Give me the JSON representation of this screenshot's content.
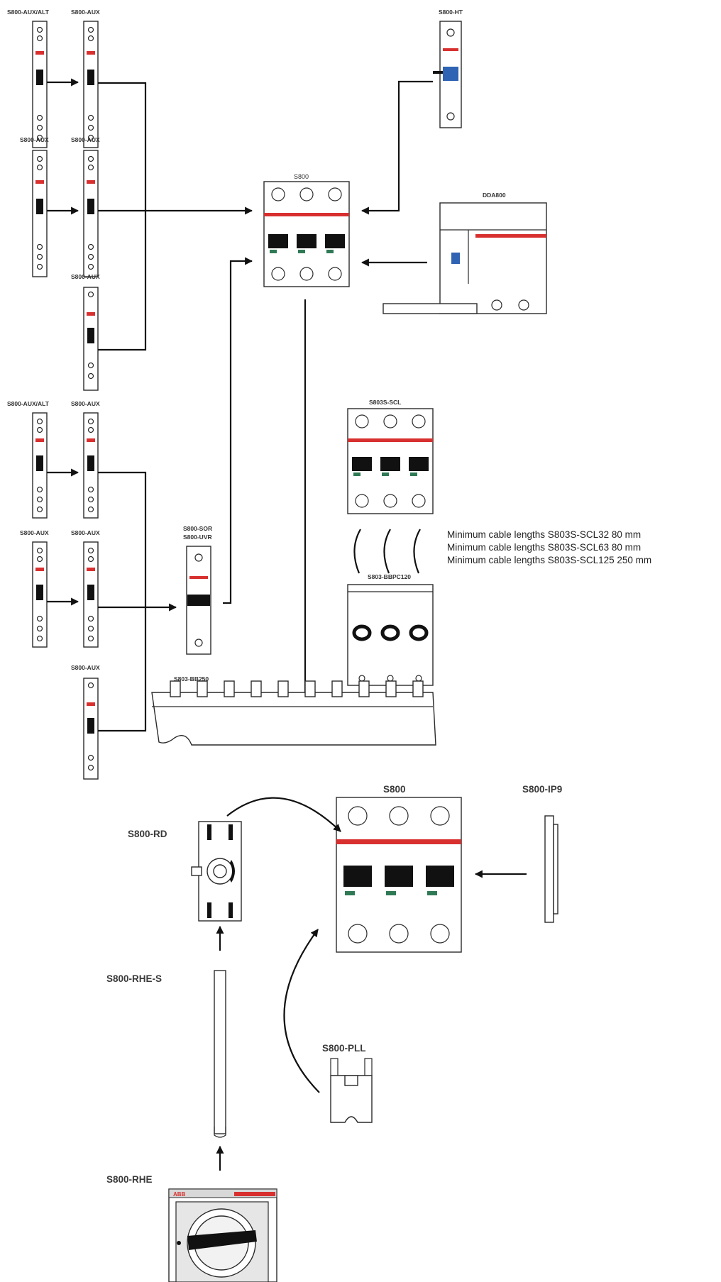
{
  "colors": {
    "accent_red": "#d8302f",
    "handle_black": "#111111",
    "indicator_green": "#2f7a55",
    "tripping_blue": "#2f63b3",
    "line": "#2a2a2a"
  },
  "labels": {
    "aux_alt_1": "S800-AUX/ALT",
    "aux_1a": "S800-AUX",
    "aux_2a": "S800-AUX",
    "aux_2b": "S800-AUX",
    "aux_3": "S800-AUX",
    "s800_ht": "S800-HT",
    "s800_top": "S800",
    "dda800": "DDA800",
    "aux_alt_2": "S800-AUX/ALT",
    "aux_4a": "S800-AUX",
    "aux_5a": "S800-AUX",
    "aux_5b": "S800-AUX",
    "aux_6": "S800-AUX",
    "s800_scl": "S803S-SCL",
    "s800_bbpc": "S803-BBPC120",
    "s800_so_uvr_1": "S800-SOR",
    "s800_so_uvr_2": "S800-UVR",
    "busbar": "S803-BB250",
    "s800_bottom": "S800",
    "s800_ip9": "S800-IP9",
    "s800_rd": "S800-RD",
    "s800_rhe_s": "S800-RHE-S",
    "s800_pll": "S800-PLL",
    "s800_rhe": "S800-RHE"
  },
  "notes": {
    "line1": "Minimum cable lengths S803S-SCL32 80 mm",
    "line2": "Minimum cable lengths S803S-SCL63 80 mm",
    "line3": "Minimum cable lengths S803S-SCL125 250 mm"
  },
  "icons": {
    "handle_logo": "ABB"
  }
}
